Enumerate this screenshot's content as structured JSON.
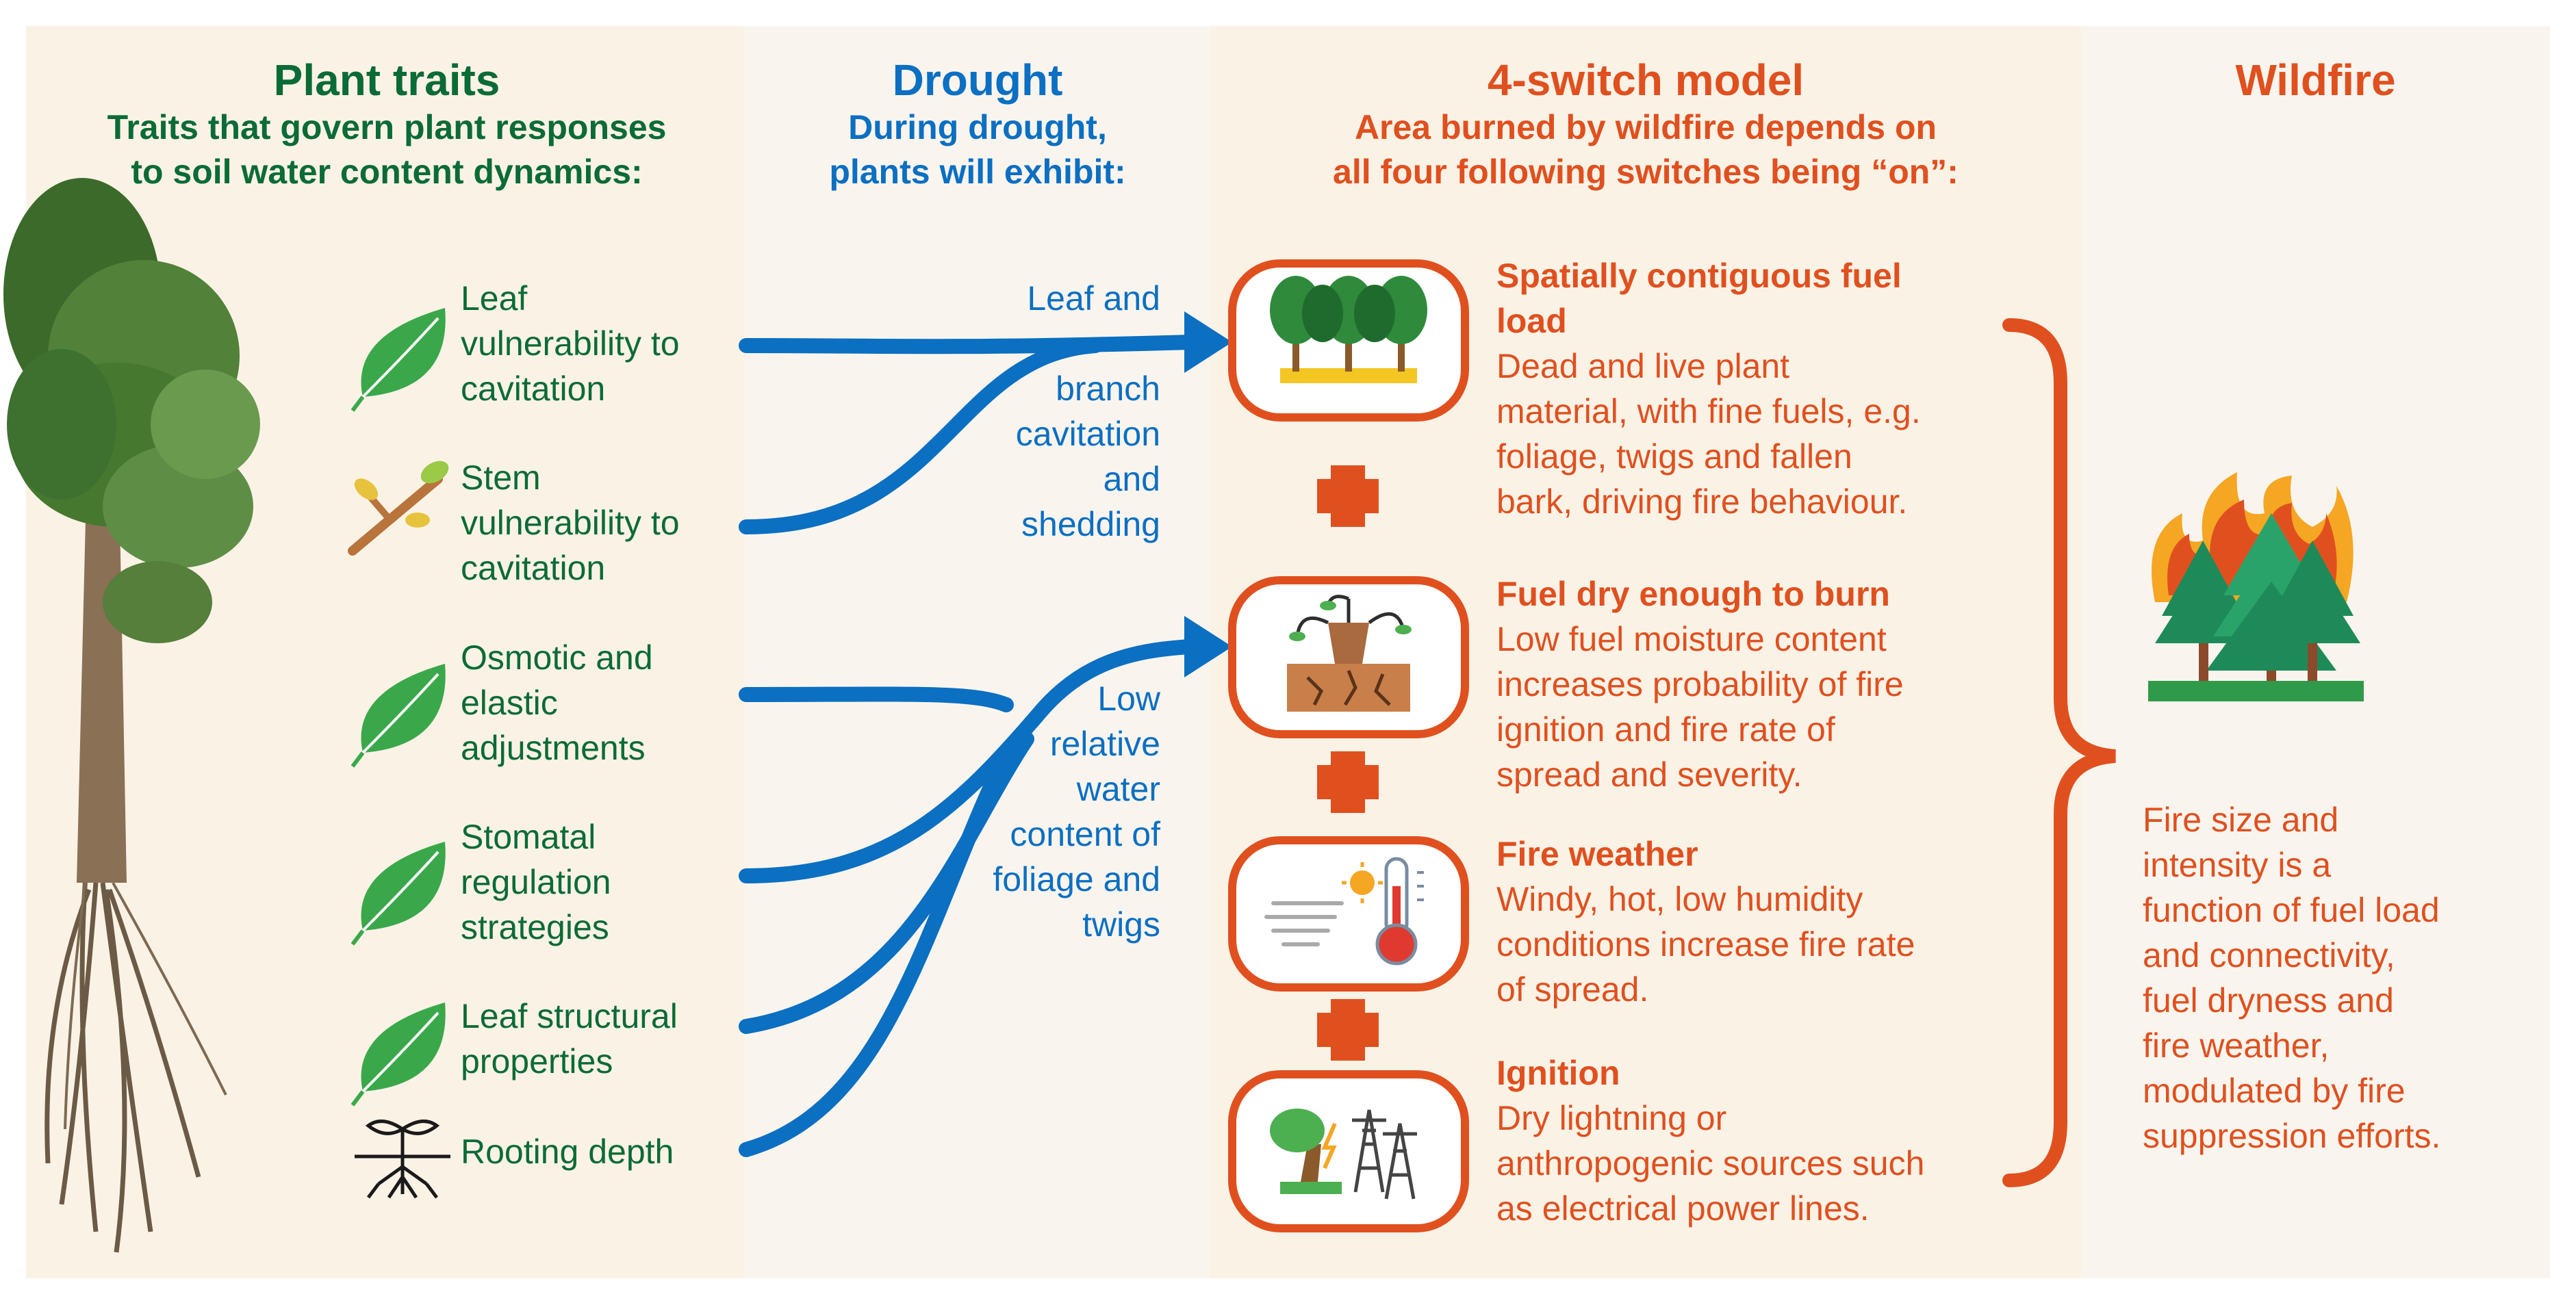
{
  "columns": {
    "plant_traits": {
      "title": "Plant traits",
      "subtitle_lines": [
        "Traits that govern plant responses",
        "to soil water content dynamics:"
      ]
    },
    "drought": {
      "title": "Drought",
      "subtitle_lines": [
        "During drought,",
        "plants will exhibit:"
      ]
    },
    "model": {
      "title": "4-switch model",
      "subtitle_lines": [
        "Area burned by wildfire depends on",
        "all four following switches being “on”:"
      ]
    },
    "wildfire": {
      "title": "Wildfire"
    }
  },
  "traits": [
    {
      "lines": [
        "Leaf",
        "vulnerability to",
        "cavitation"
      ],
      "icon": "leaf-icon"
    },
    {
      "lines": [
        "Stem",
        "vulnerability to",
        "cavitation"
      ],
      "icon": "twig-icon"
    },
    {
      "lines": [
        "Osmotic and",
        "elastic",
        "adjustments"
      ],
      "icon": "leaf-icon"
    },
    {
      "lines": [
        "Stomatal",
        "regulation",
        "strategies"
      ],
      "icon": "leaf-icon"
    },
    {
      "lines": [
        "Leaf structural",
        "properties"
      ],
      "icon": "leaf-icon"
    },
    {
      "lines": [
        "Rooting depth"
      ],
      "icon": "seedling-root-icon"
    }
  ],
  "drought_effects": [
    {
      "lines": [
        "Leaf and",
        "",
        "branch",
        "cavitation",
        "and",
        "shedding"
      ]
    },
    {
      "lines": [
        "Low",
        "relative",
        "water",
        "content of",
        "foliage and",
        "twigs"
      ]
    }
  ],
  "switches": [
    {
      "title_lines": [
        "Spatially contiguous fuel",
        "load"
      ],
      "desc_lines": [
        "Dead and live plant",
        "material, with fine fuels, e.g.",
        "foliage, twigs and fallen",
        "bark, driving fire behaviour."
      ],
      "icon": "forest-fuel-icon"
    },
    {
      "title_lines": [
        "Fuel dry enough to burn"
      ],
      "desc_lines": [
        "Low fuel moisture content",
        "increases probability of fire",
        "ignition and fire rate of",
        "spread and severity."
      ],
      "icon": "dry-soil-icon"
    },
    {
      "title_lines": [
        "Fire weather"
      ],
      "desc_lines": [
        "Windy, hot, low humidity",
        "conditions increase fire rate",
        "of spread."
      ],
      "icon": "thermometer-wind-icon"
    },
    {
      "title_lines": [
        "Ignition"
      ],
      "desc_lines": [
        "Dry lightning or",
        "anthropogenic sources such",
        "as electrical power lines."
      ],
      "icon": "lightning-powerline-icon"
    }
  ],
  "wildfire_summary_lines": [
    "Fire size and",
    "intensity is a",
    "function of fuel load",
    "and connectivity,",
    "fuel dryness and",
    "fire weather,",
    "modulated by fire",
    "suppression efforts."
  ],
  "colors": {
    "green": "#0b6b36",
    "blue": "#0b6fc2",
    "orange": "#e0501f",
    "panel_beige": "#fbf2e6"
  }
}
